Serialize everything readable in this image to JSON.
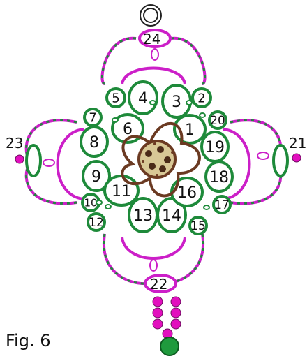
{
  "caption": "Fig. 6",
  "colors": {
    "green": "#1e8a3a",
    "magenta": "#cc1fc8",
    "brown": "#6b3a22",
    "center_fill": "#d8c896",
    "bead": "#e20fbe"
  },
  "rings": [
    {
      "label": "1"
    },
    {
      "label": "2"
    },
    {
      "label": "3"
    },
    {
      "label": "4"
    },
    {
      "label": "5"
    },
    {
      "label": "6"
    },
    {
      "label": "7"
    },
    {
      "label": "8"
    },
    {
      "label": "9"
    },
    {
      "label": "10"
    },
    {
      "label": "11"
    },
    {
      "label": "12"
    },
    {
      "label": "13"
    },
    {
      "label": "14"
    },
    {
      "label": "15"
    },
    {
      "label": "16"
    },
    {
      "label": "17"
    },
    {
      "label": "18"
    },
    {
      "label": "19"
    },
    {
      "label": "20"
    }
  ],
  "chain_labels": {
    "top": "24",
    "right": "21",
    "bottom": "22",
    "left": "23"
  }
}
